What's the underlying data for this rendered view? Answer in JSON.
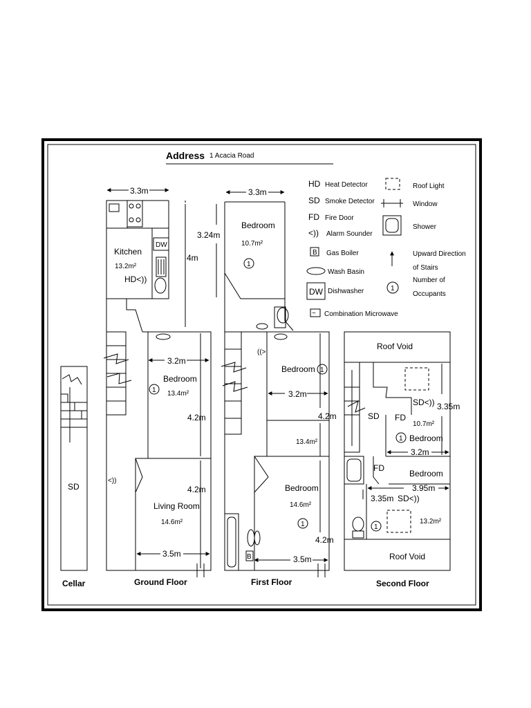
{
  "address": {
    "label": "Address",
    "value": "1 Acacia Road"
  },
  "legend": {
    "hd_code": "HD",
    "hd_text": "Heat Detector",
    "sd_code": "SD",
    "sd_text": "Smoke Detector",
    "fd_code": "FD",
    "fd_text": "Fire Door",
    "alarm_code": "<))",
    "alarm_text": "Alarm Sounder",
    "boiler_code": "B",
    "boiler_text": "Gas Boiler",
    "basin_text": "Wash Basin",
    "dw_code": "DW",
    "dw_text": "Dishwasher",
    "microwave_text": "Combination Microwave",
    "rooflight_text": "Roof Light",
    "window_text": "Window",
    "shower_text": "Shower",
    "stairs_text_1": "Upward Direction",
    "stairs_text_2": "of Stairs",
    "occupants_code": "1",
    "occupants_text_1": "Number of",
    "occupants_text_2": "Occupants"
  },
  "floors": {
    "cellar": "Cellar",
    "ground": "Ground Floor",
    "first": "First Floor",
    "second": "Second Floor"
  },
  "cellar": {
    "sd": "SD"
  },
  "ground": {
    "width_top": "3.3m",
    "kitchen": "Kitchen",
    "kitchen_area": "13.2m²",
    "kitchen_hd": "HD<))",
    "dw": "DW",
    "depth": "4m",
    "bedroom_width": "3.2m",
    "bedroom": "Bedroom",
    "bedroom_area": "13.4m²",
    "bedroom_occ": "1",
    "bedroom_depth": "4.2m",
    "alarm": "<))",
    "living_depth": "4.2m",
    "living": "Living Room",
    "living_area": "14.6m²",
    "living_width": "3.5m"
  },
  "first": {
    "width_top": "3.3m",
    "depth_top": "3.24m",
    "bedroom_a": "Bedroom",
    "bedroom_a_area": "10.7m²",
    "bedroom_a_occ": "1",
    "alarm": "((>",
    "bedroom_b": "Bedroom",
    "bedroom_b_occ": "1",
    "bedroom_b_width": "3.2m",
    "bedroom_b_depth": "4.2m",
    "bedroom_b_area": "13.4m²",
    "bedroom_c": "Bedroom",
    "bedroom_c_area": "14.6m²",
    "bedroom_c_occ": "1",
    "bedroom_c_depth": "4.2m",
    "bedroom_c_width": "3.5m",
    "boiler": "B"
  },
  "second": {
    "roof_void_top": "Roof Void",
    "sd_a": "SD",
    "fd_a": "FD",
    "sd_alarm_a": "SD<))",
    "depth_a": "3.35m",
    "area_a": "10.7m²",
    "occ_a": "1",
    "bedroom_a": "Bedroom",
    "width_a": "3.2m",
    "fd_b": "FD",
    "bedroom_b": "Bedroom",
    "width_b": "3.95m",
    "depth_b": "3.35m",
    "sd_alarm_b": "SD<))",
    "occ_b": "1",
    "area_b": "13.2m²",
    "roof_void_bottom": "Roof Void"
  }
}
